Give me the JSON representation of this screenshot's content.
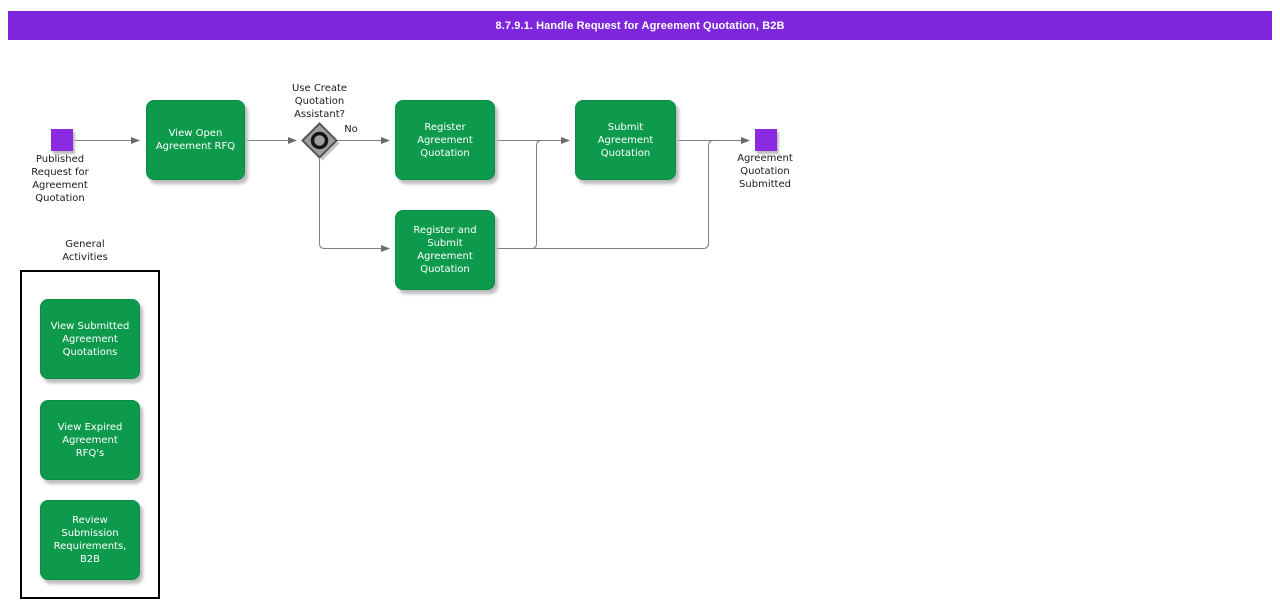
{
  "title_bar": {
    "title": "8.7.9.1. Handle Request for Agreement Quotation, B2B"
  },
  "colors": {
    "titlebar": "#7d26db",
    "activity": "#0d9a4c",
    "event": "#8a2be2",
    "connector": "#7f7f7f"
  },
  "events": {
    "start": {
      "label": "Published\nRequest for\nAgreement\nQuotation"
    },
    "end": {
      "label": "Agreement\nQuotation\nSubmitted"
    }
  },
  "decision": {
    "question": "Use Create\nQuotation\nAssistant?",
    "branch_no_label": "No"
  },
  "activities": {
    "view_open": {
      "label": "View Open\nAgreement RFQ"
    },
    "register": {
      "label": "Register\nAgreement\nQuotation"
    },
    "submit": {
      "label": "Submit\nAgreement\nQuotation"
    },
    "register_and_submit": {
      "label": "Register and\nSubmit\nAgreement\nQuotation"
    }
  },
  "general_activities": {
    "heading": "General\nActivities",
    "items": [
      {
        "label": "View Submitted\nAgreement\nQuotations"
      },
      {
        "label": "View Expired\nAgreement\nRFQ's"
      },
      {
        "label": "Review\nSubmission\nRequirements,\nB2B"
      }
    ]
  }
}
